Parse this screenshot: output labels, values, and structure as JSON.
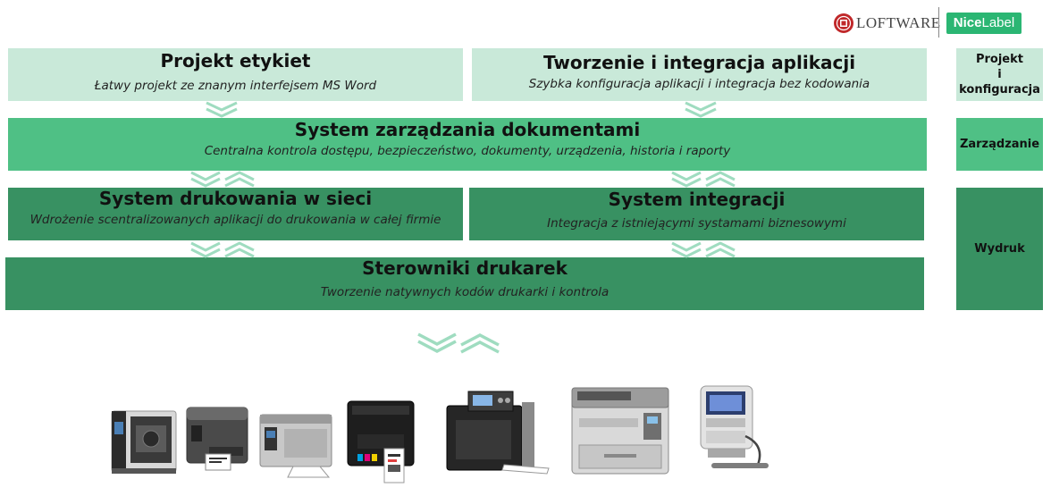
{
  "logos": {
    "loftware": "LOFTWARE",
    "nicelabel_a": "Nice",
    "nicelabel_b": "Label"
  },
  "blocks": {
    "projekt": {
      "title": "Projekt etykiet",
      "subtitle": "Łatwy projekt ze znanym interfejsem MS Word"
    },
    "tworzenie": {
      "title": "Tworzenie i integracja aplikacji",
      "subtitle": "Szybka konfiguracja aplikacji i integracja bez kodowania"
    },
    "dokumenty": {
      "title": "System zarządzania dokumentami",
      "subtitle": "Centralna kontrola dostępu, bezpieczeństwo, dokumenty, urządzenia, historia i raporty"
    },
    "drukowanie": {
      "title": "System drukowania w sieci",
      "subtitle": "Wdrożenie scentralizowanych aplikacji do drukowania w całej firmie"
    },
    "integracja": {
      "title": "System integracji",
      "subtitle": "Integracja z istniejącymi systamami biznesowymi"
    },
    "sterowniki": {
      "title": "Sterowniki drukarek",
      "subtitle": "Tworzenie natywnych kodów drukarki i kontrola"
    }
  },
  "side_labels": {
    "projekt_line1": "Projekt",
    "projekt_line2": "i",
    "projekt_line3": "konfiguracja",
    "zarzadzanie": "Zarządzanie",
    "wydruk": "Wydruk"
  },
  "colors": {
    "light_green": "#c9e9d9",
    "mid_green": "#4fc085",
    "dark_green": "#389162",
    "chevron": "#9fdcc0",
    "loftware_red": "#c0282a",
    "nicelabel_green": "#2bb673"
  },
  "devices": [
    "industrial-printer-icon",
    "desktop-printer-icon",
    "midrange-printer-icon",
    "color-label-printer-icon",
    "print-engine-icon",
    "laser-printer-icon",
    "inkjet-coder-icon"
  ]
}
